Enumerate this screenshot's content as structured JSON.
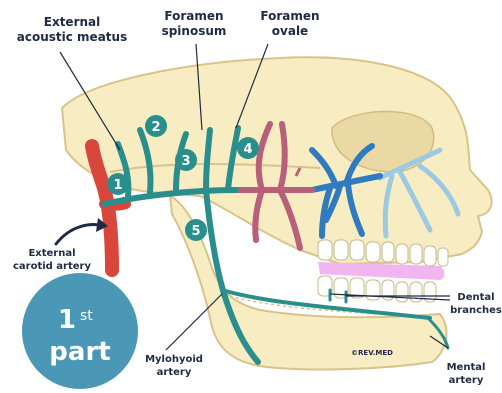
{
  "labels": {
    "external_acoustic_meatus": [
      "External",
      "acoustic meatus"
    ],
    "foramen_spinosum": [
      "Foramen",
      "spinosum"
    ],
    "foramen_ovale": [
      "Foramen",
      "ovale"
    ],
    "external_carotid_artery": [
      "External",
      "carotid artery"
    ],
    "dental_branches": [
      "Dental",
      "branches"
    ],
    "mylohyoid_artery": [
      "Mylohyoid",
      "artery"
    ],
    "mental_artery": [
      "Mental",
      "artery"
    ]
  },
  "branch_numbers": [
    "1",
    "2",
    "3",
    "4",
    "5"
  ],
  "part_badge": {
    "ordinal": "1",
    "suffix": "st",
    "word": "part"
  },
  "watermark": "©REV.MED",
  "colors": {
    "skull_fill": "#f8ecc2",
    "skull_outline": "#d8c48a",
    "teal": "#2a8f8c",
    "red_artery": "#d9463c",
    "pink_artery": "#b8607a",
    "blue_artery": "#2f7bbf",
    "light_blue_artery": "#9cc9e4",
    "badge": "#4a98b6",
    "gum": "#f1b6ef"
  }
}
